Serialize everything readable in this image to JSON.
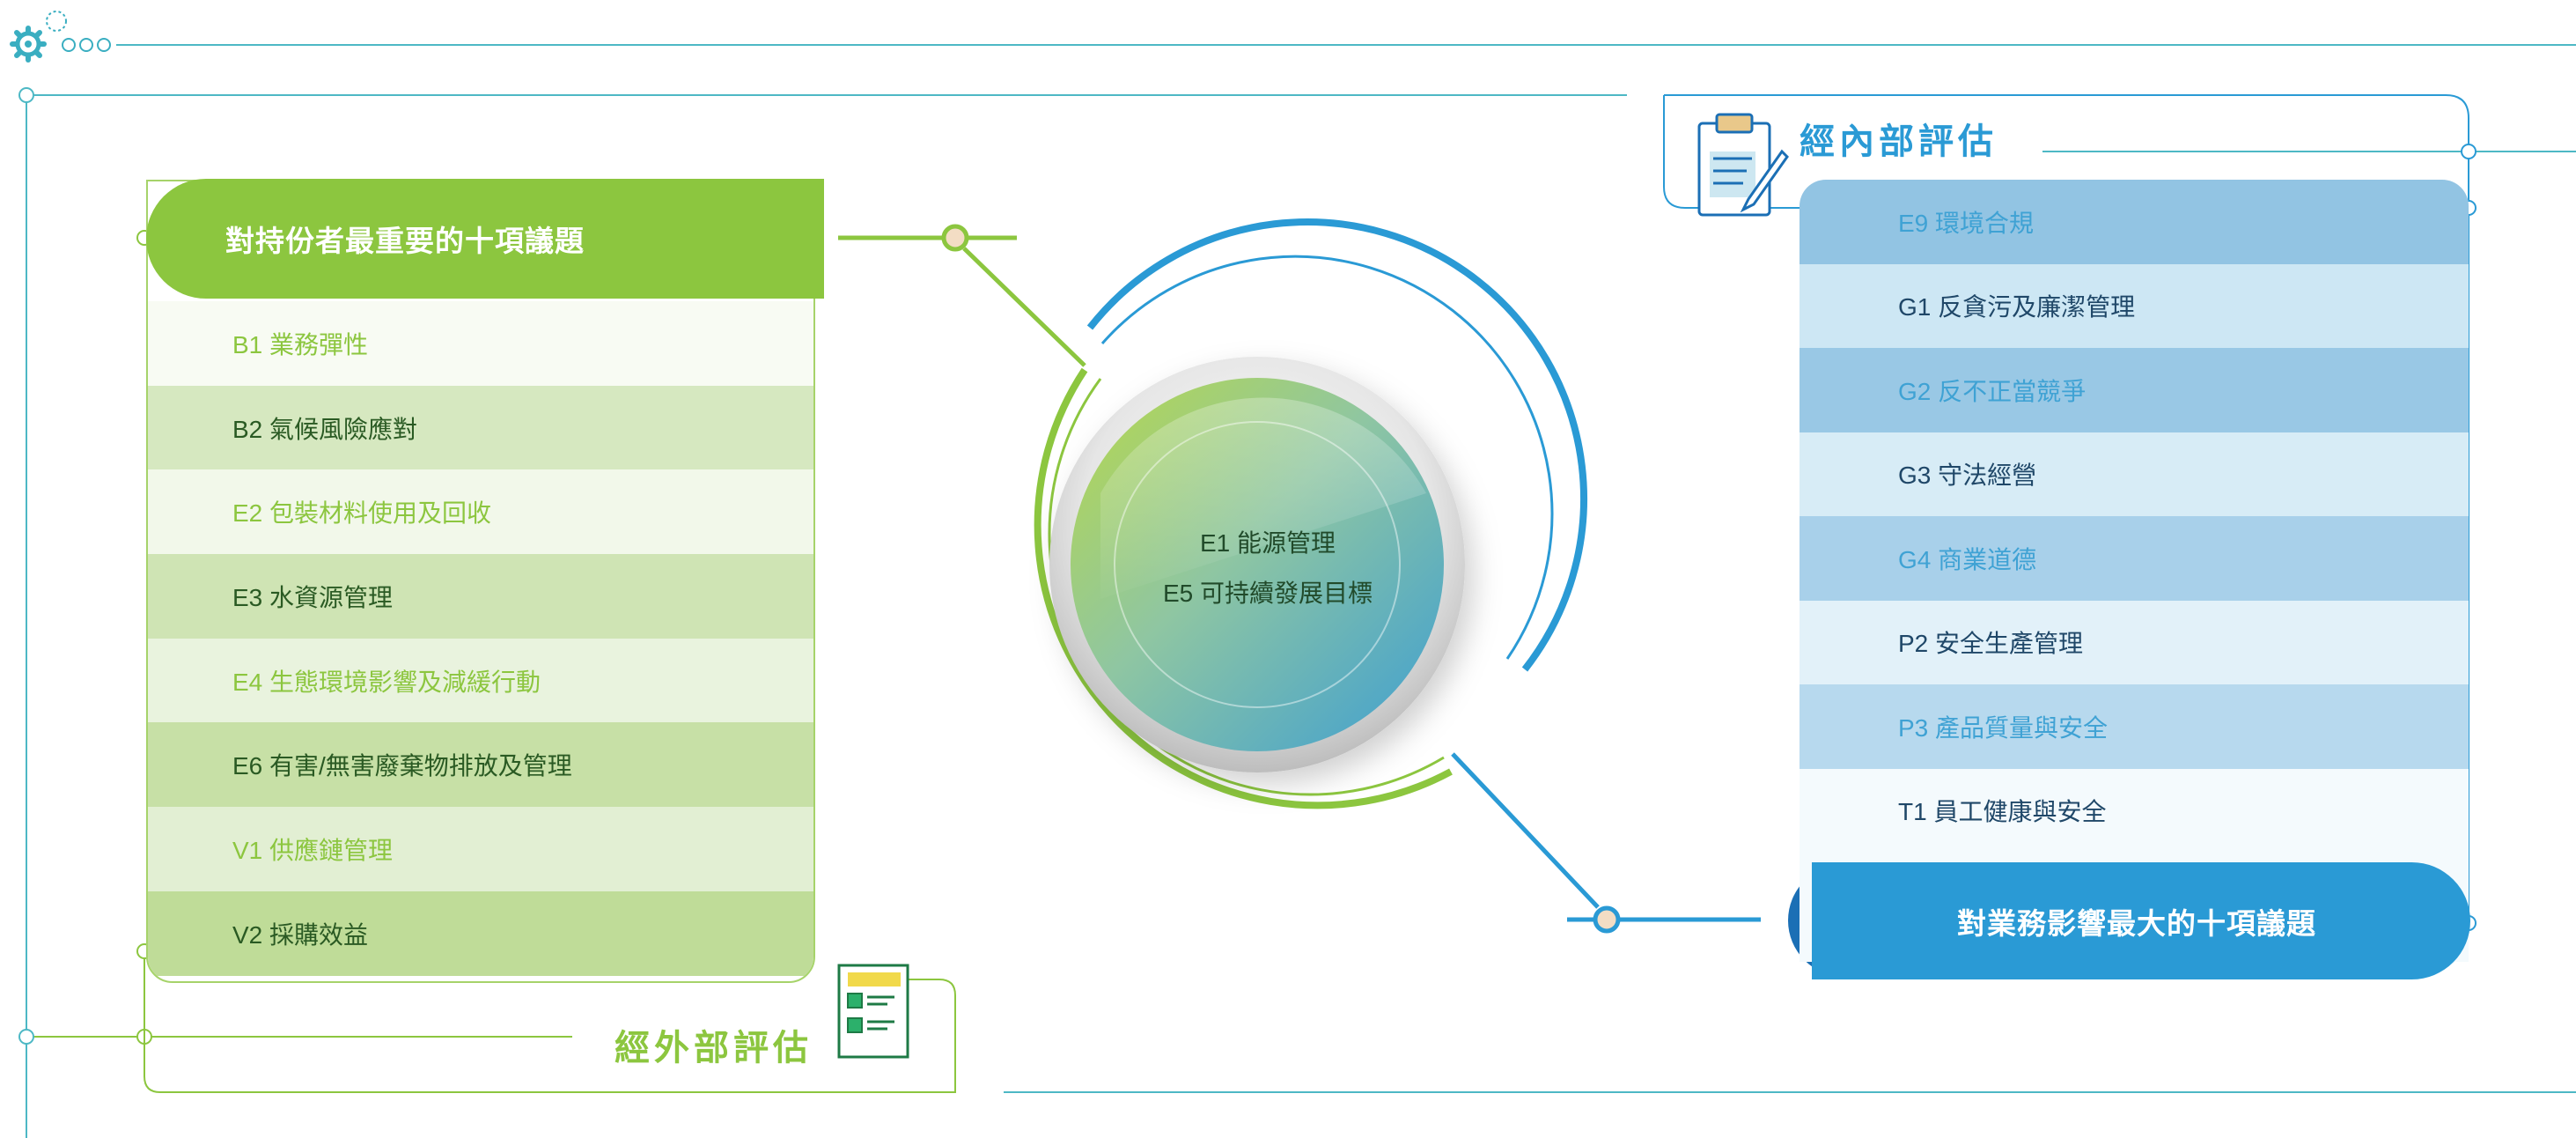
{
  "left_panel": {
    "header": "對持份者最重要的十項議題",
    "section_label": "經外部評估",
    "items": [
      "B1 業務彈性",
      "B2 氣候風險應對",
      "E2 包裝材料使用及回收",
      "E3 水資源管理",
      "E4 生態環境影響及減緩行動",
      "E6 有害/無害廢棄物排放及管理",
      "V1 供應鏈管理",
      "V2 採購效益"
    ]
  },
  "center": {
    "items": [
      "E1 能源管理",
      "E5 可持續發展目標"
    ]
  },
  "right_panel": {
    "section_label": "經內部評估",
    "header": "對業務影響最大的十項議題",
    "items": [
      "E9 環境合規",
      "G1 反貪污及廉潔管理",
      "G2 反不正當競爭",
      "G3 守法經營",
      "G4 商業道德",
      "P2 安全生產管理",
      "P3 產品質量與安全",
      "T1 員工健康與安全"
    ]
  },
  "colors": {
    "green": "#8cc63f",
    "dark_green": "#2a5a23",
    "blue": "#2a9ad5",
    "dark_blue": "#1f4768",
    "teal_line": "#4db8c5"
  },
  "icons": {
    "top_left": "gear-icon",
    "left_header": "lightbulb-icon",
    "right_header": "target-icon",
    "internal": "clipboard-pen-icon",
    "external": "checklist-icon"
  }
}
